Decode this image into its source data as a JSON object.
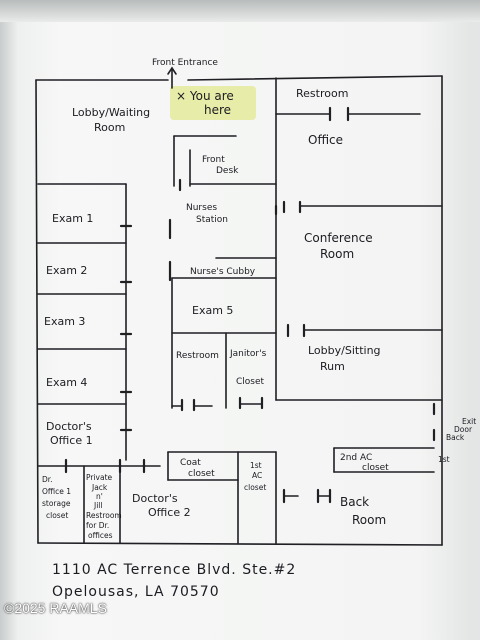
{
  "plan": {
    "front_entrance": "Front Entrance",
    "you_are": "× You are",
    "here": "here",
    "rooms": {
      "lobby_1": "Lobby/Waiting",
      "lobby_2": "Room",
      "restroom_top": "Restroom",
      "office": "Office",
      "front_desk_1": "Front",
      "front_desk_2": "Desk",
      "nurses_station_1": "Nurses",
      "nurses_station_2": "Station",
      "exam_1": "Exam 1",
      "exam_2": "Exam 2",
      "exam_3": "Exam 3",
      "exam_4": "Exam 4",
      "exam_5": "Exam 5",
      "conference_1": "Conference",
      "conference_2": "Room",
      "nurses_cubby": "Nurse's Cubby",
      "restroom_mid": "Restroom",
      "janitor_1": "Janitor's",
      "janitor_2": "Closet",
      "lobby_sitting_1": "Lobby/Sitting",
      "lobby_sitting_2": "Rum",
      "doctors_office_1_a": "Doctor's",
      "doctors_office_1_b": "Office 1",
      "coat_closet_1": "Coat",
      "coat_closet_2": "closet",
      "ac1_1": "1st",
      "ac1_2": "AC",
      "ac1_3": "closet",
      "ac2_1": "2nd AC",
      "ac2_2": "closet",
      "back_room_1": "Back",
      "back_room_2": "Room",
      "back_door_exit_1": "1st",
      "back_door_exit_2": "Back",
      "back_door_exit_3": "Door",
      "back_door_exit_4": "Exit",
      "storage_1": "Dr.",
      "storage_2": "Office 1",
      "storage_3": "storage",
      "storage_4": "closet",
      "jack_1": "Private",
      "jack_2": "Jack",
      "jack_3": "n'",
      "jack_4": "Jill",
      "jack_5": "Restroom",
      "jack_6": "for Dr.",
      "jack_7": "offices",
      "doctors_office_2_a": "Doctor's",
      "doctors_office_2_b": "Office 2"
    },
    "address_line_1": "1110 AC Terrence Blvd. Ste.#2",
    "address_line_2": "Opelousas, LA 70570"
  },
  "copyright": "©2025 RAAMLS",
  "colors": {
    "ink": "#1f1f24",
    "highlight": "#e4ea9a",
    "paper": "#f4f5f4"
  }
}
